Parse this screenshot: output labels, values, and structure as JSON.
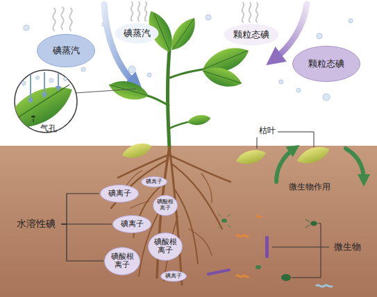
{
  "diagram": {
    "nodes": [
      {
        "text": [
          "碘蒸汽"
        ]
      },
      {
        "text": [
          "碘蒸汽"
        ]
      },
      {
        "text": [
          "颗粒态碘"
        ]
      },
      {
        "text": [
          "颗粒态碘"
        ]
      },
      {
        "text": [
          "水溶性碘"
        ]
      },
      {
        "text": [
          "碘离子"
        ]
      },
      {
        "text": [
          "碘离子"
        ]
      },
      {
        "text": [
          "碘酸根 离子"
        ]
      },
      {
        "text": [
          "碘离子"
        ]
      },
      {
        "text": [
          "碘酸根 离子"
        ]
      },
      {
        "text": [
          "碘酸根 离子"
        ]
      },
      {
        "text": [
          "碘离子"
        ]
      }
    ],
    "edges": [
      {
        "from": 4,
        "to": 5,
        "arrow": "none"
      },
      {
        "from": 4,
        "to": 8,
        "arrow": "none"
      },
      {
        "from": 4,
        "to": 10,
        "arrow": "none"
      }
    ],
    "labels": [
      "气孔",
      "枯叶",
      "微生物作用",
      "微生物"
    ]
  }
}
